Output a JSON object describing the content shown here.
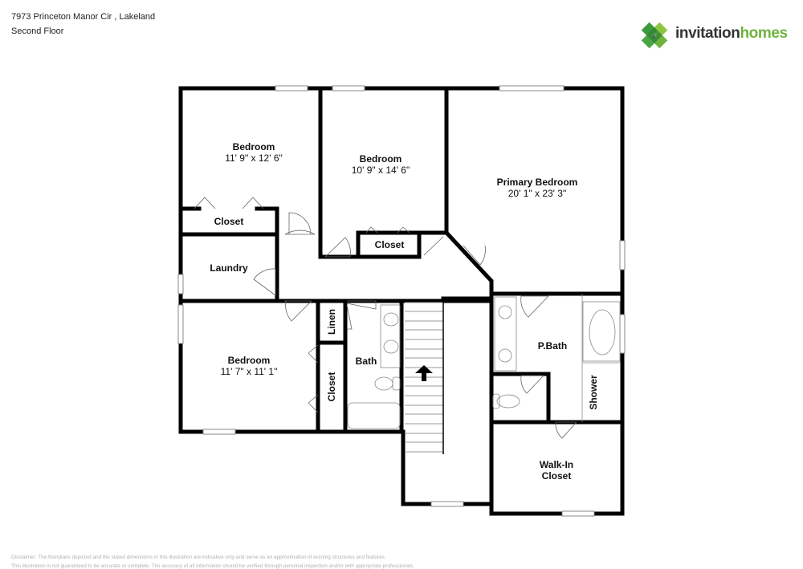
{
  "header": {
    "address": "7973 Princeton Manor Cir , Lakeland",
    "floor": "Second Floor"
  },
  "brand": {
    "name_part1": "invitation",
    "name_part2": "homes",
    "logo_icon": "clover-house-logo-icon",
    "colors": {
      "dark_green": "#3d9a3c",
      "light_green": "#8cc63f",
      "text_gray": "#333333"
    }
  },
  "rooms": [
    {
      "name": "Bedroom",
      "dimensions": "11' 9\" x 12' 6\""
    },
    {
      "name": "Bedroom",
      "dimensions": "10' 9\" x 14' 6\""
    },
    {
      "name": "Primary Bedroom",
      "dimensions": "20' 1\" x 23' 3\""
    },
    {
      "name": "Closet"
    },
    {
      "name": "Closet"
    },
    {
      "name": "Laundry"
    },
    {
      "name": "Linen"
    },
    {
      "name": "Bath"
    },
    {
      "name": "Bedroom",
      "dimensions": "11' 7\" x 11' 1\""
    },
    {
      "name": "Closet"
    },
    {
      "name": "P.Bath"
    },
    {
      "name": "Shower"
    },
    {
      "name": "Walk-In",
      "name_line2": "Closet"
    }
  ],
  "disclaimer": {
    "line1": "Disclaimer: The floorplans depicted and the stated dimensions in this illustration are indicative only and serve as an approximation of existing structures and features.",
    "line2": "This illustration is not guaranteed to be accurate or complete. The accuracy of all information should be verified through personal inspection and/or with appropriate professionals."
  }
}
